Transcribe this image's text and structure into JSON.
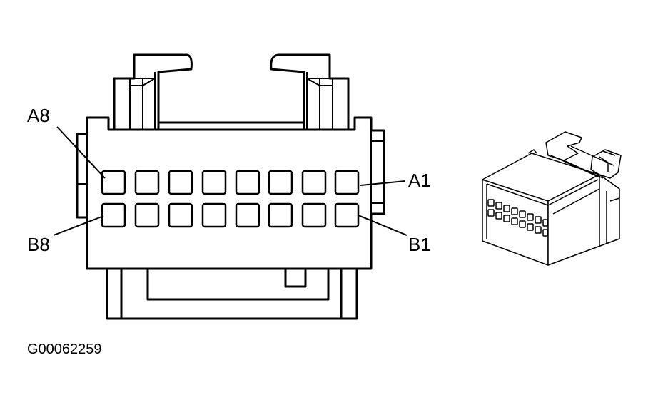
{
  "labels": {
    "a8": "A8",
    "a1": "A1",
    "b8": "B8",
    "b1": "B1"
  },
  "figure_id": "G00062259",
  "connector": {
    "rows": 2,
    "pins_per_row": 8
  }
}
